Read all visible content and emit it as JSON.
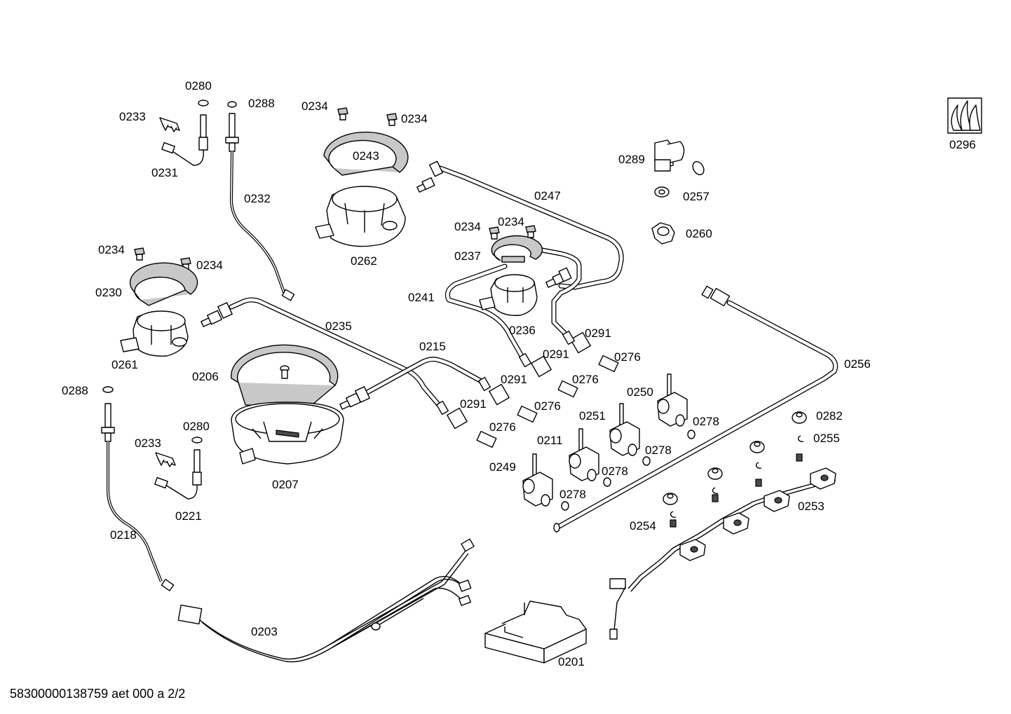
{
  "footer_text": "58300000138759 aet 000 a 2/2",
  "labels": {
    "l0280a": "0280",
    "l0288a": "0288",
    "l0233a": "0233",
    "l0231": "0231",
    "l0232": "0232",
    "l0234a": "0234",
    "l0234b": "0234",
    "l0243": "0243",
    "l0262": "0262",
    "l0247": "0247",
    "l0289": "0289",
    "l0257": "0257",
    "l0260": "0260",
    "l0296": "0296",
    "l0234c": "0234",
    "l0234d": "0234",
    "l0237": "0237",
    "l0241": "0241",
    "l0236": "0236",
    "l0234e": "0234",
    "l0234f": "0234",
    "l0230": "0230",
    "l0261": "0261",
    "l0235": "0235",
    "l0215": "0215",
    "l0291a": "0291",
    "l0291b": "0291",
    "l0291c": "0291",
    "l0291d": "0291",
    "l0276a": "0276",
    "l0276b": "0276",
    "l0276c": "0276",
    "l0276d": "0276",
    "l0256": "0256",
    "l0250": "0250",
    "l0251": "0251",
    "l0211": "0211",
    "l0249": "0249",
    "l0278a": "0278",
    "l0278b": "0278",
    "l0278c": "0278",
    "l0278d": "0278",
    "l0282": "0282",
    "l0255": "0255",
    "l0253": "0253",
    "l0254": "0254",
    "l0206": "0206",
    "l0207": "0207",
    "l0288b": "0288",
    "l0280b": "0280",
    "l0233b": "0233",
    "l0221": "0221",
    "l0218": "0218",
    "l0203": "0203",
    "l0201": "0201"
  }
}
